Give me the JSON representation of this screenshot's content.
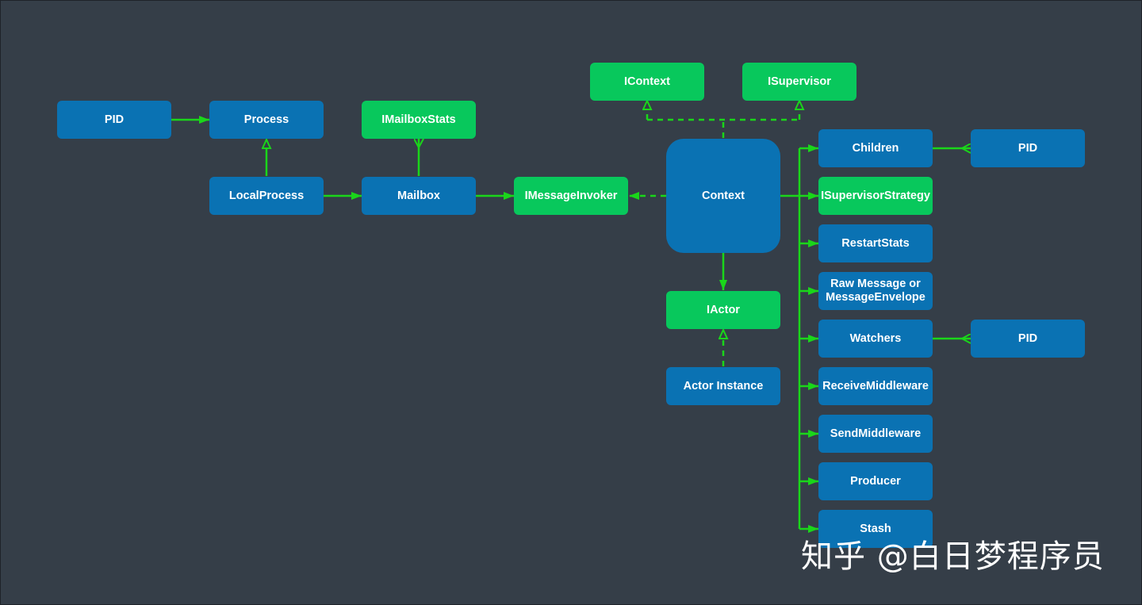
{
  "colors": {
    "background": "#353e48",
    "class_box": "#0a72b3",
    "interface_box": "#08c85c",
    "edge": "#1ad61a"
  },
  "nodes": [
    {
      "id": "pid-1",
      "label": "PID",
      "kind": "class"
    },
    {
      "id": "process",
      "label": "Process",
      "kind": "class"
    },
    {
      "id": "imailboxstats",
      "label": "IMailboxStats",
      "kind": "interface"
    },
    {
      "id": "localprocess",
      "label": "LocalProcess",
      "kind": "class"
    },
    {
      "id": "mailbox",
      "label": "Mailbox",
      "kind": "class"
    },
    {
      "id": "imessageinvoker",
      "label": "IMessageInvoker",
      "kind": "interface"
    },
    {
      "id": "icontext",
      "label": "IContext",
      "kind": "interface"
    },
    {
      "id": "isupervisor",
      "label": "ISupervisor",
      "kind": "interface"
    },
    {
      "id": "context",
      "label": "Context",
      "kind": "class"
    },
    {
      "id": "iactor",
      "label": "IActor",
      "kind": "interface"
    },
    {
      "id": "actor-instance",
      "label": "Actor Instance",
      "kind": "class"
    },
    {
      "id": "children",
      "label": "Children",
      "kind": "class"
    },
    {
      "id": "isupervisorstrategy",
      "label": "ISupervisorStrategy",
      "kind": "interface"
    },
    {
      "id": "restartstats",
      "label": "RestartStats",
      "kind": "class"
    },
    {
      "id": "raw-message",
      "label": "Raw Message or\nMessageEnvelope",
      "kind": "class"
    },
    {
      "id": "watchers",
      "label": "Watchers",
      "kind": "class"
    },
    {
      "id": "receivemiddleware",
      "label": "ReceiveMiddleware",
      "kind": "class"
    },
    {
      "id": "sendmiddleware",
      "label": "SendMiddleware",
      "kind": "class"
    },
    {
      "id": "producer",
      "label": "Producer",
      "kind": "class"
    },
    {
      "id": "stash",
      "label": "Stash",
      "kind": "class"
    },
    {
      "id": "pid-2",
      "label": "PID",
      "kind": "class"
    },
    {
      "id": "pid-3",
      "label": "PID",
      "kind": "class"
    }
  ],
  "edges": [
    {
      "from": "pid-1",
      "to": "process",
      "style": "association"
    },
    {
      "from": "localprocess",
      "to": "process",
      "style": "inheritance"
    },
    {
      "from": "localprocess",
      "to": "mailbox",
      "style": "association"
    },
    {
      "from": "mailbox",
      "to": "imailboxstats",
      "style": "many"
    },
    {
      "from": "mailbox",
      "to": "imessageinvoker",
      "style": "association"
    },
    {
      "from": "context",
      "to": "imessageinvoker",
      "style": "dependency"
    },
    {
      "from": "context",
      "to": "icontext",
      "style": "realization"
    },
    {
      "from": "context",
      "to": "isupervisor",
      "style": "realization"
    },
    {
      "from": "context",
      "to": "iactor",
      "style": "association"
    },
    {
      "from": "actor-instance",
      "to": "iactor",
      "style": "realization"
    },
    {
      "from": "context",
      "to": "children",
      "style": "association"
    },
    {
      "from": "context",
      "to": "isupervisorstrategy",
      "style": "association"
    },
    {
      "from": "context",
      "to": "restartstats",
      "style": "association"
    },
    {
      "from": "context",
      "to": "raw-message",
      "style": "association"
    },
    {
      "from": "context",
      "to": "watchers",
      "style": "association"
    },
    {
      "from": "context",
      "to": "receivemiddleware",
      "style": "association"
    },
    {
      "from": "context",
      "to": "sendmiddleware",
      "style": "association"
    },
    {
      "from": "context",
      "to": "producer",
      "style": "association"
    },
    {
      "from": "context",
      "to": "stash",
      "style": "association"
    },
    {
      "from": "children",
      "to": "pid-2",
      "style": "many"
    },
    {
      "from": "watchers",
      "to": "pid-3",
      "style": "many"
    }
  ],
  "watermark": "知乎 @白日梦程序员"
}
